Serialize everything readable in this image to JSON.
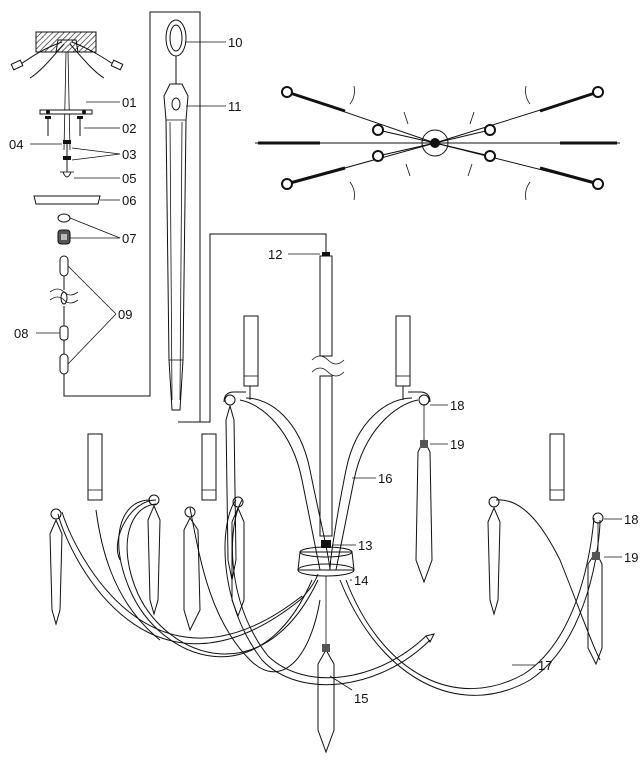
{
  "callouts": {
    "c01": "01",
    "c02": "02",
    "c03": "03",
    "c04": "04",
    "c05": "05",
    "c06": "06",
    "c07": "07",
    "c08": "08",
    "c09": "09",
    "c10": "10",
    "c11": "11",
    "c12": "12",
    "c13": "13",
    "c14": "14",
    "c15": "15",
    "c16": "16",
    "c17": "17",
    "c18a": "18",
    "c19a": "19",
    "c18b": "18",
    "c19b": "19"
  }
}
